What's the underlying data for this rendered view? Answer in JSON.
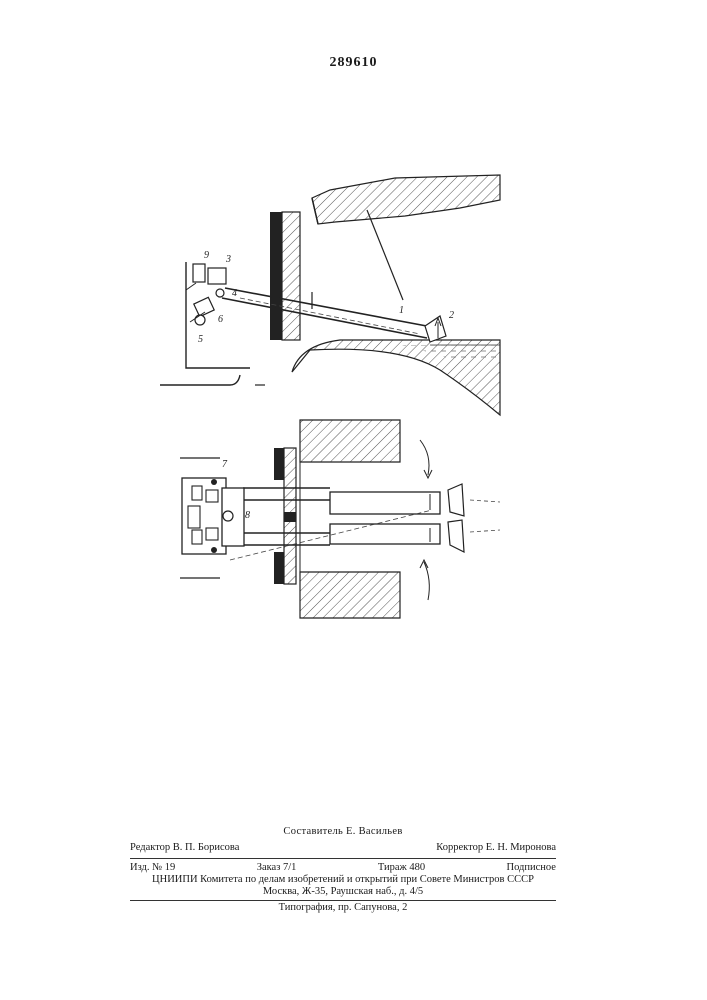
{
  "document": {
    "patent_number": "289610",
    "figure_labels": {
      "l1_top": "1",
      "l2_top": "2",
      "l3": "3",
      "l4": "4",
      "l5": "5",
      "l6": "6",
      "l9": "9",
      "l7": "7",
      "l8": "8"
    },
    "credits": {
      "compiler": "Составитель Е. Васильев",
      "editor": "Редактор В. П. Борисова",
      "corrector": "Корректор Е. Н. Миронова",
      "order_no": "Изд. № 19",
      "order": "Заказ 7/1",
      "print_run": "Тираж 480",
      "subscription": "Подписное",
      "org_line1": "ЦНИИПИ Комитета по делам изобретений и открытий при Совете Министров СССР",
      "org_line2": "Москва, Ж-35, Раушская наб., д. 4/5",
      "printing": "Типография, пр. Сапунова, 2"
    }
  }
}
